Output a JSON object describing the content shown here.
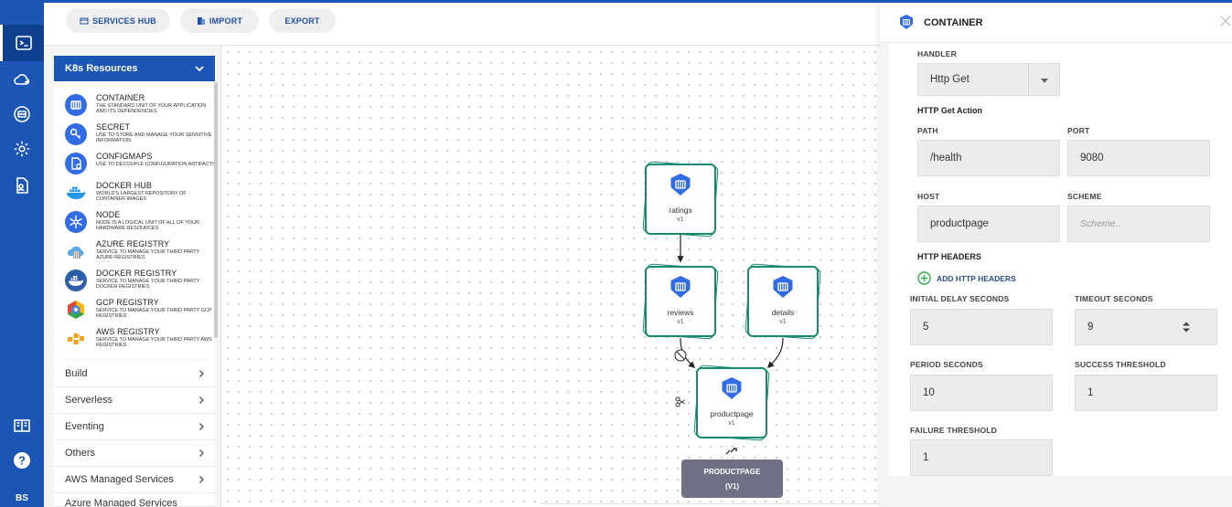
{
  "toolbar": {
    "services_hub": "SERVICES HUB",
    "import": "IMPORT",
    "export": "EXPORT"
  },
  "rail": {
    "icons": [
      "terminal-icon",
      "cloud-icon",
      "registry-icon",
      "settings-icon",
      "document-user-icon",
      "book-icon",
      "help-icon"
    ],
    "avatar": "BS"
  },
  "palette": {
    "header": "K8s Resources",
    "items": [
      {
        "title": "CONTAINER",
        "desc": "THE STANDARD UNIT OF YOUR APPLICATION AND ITS DEPENDENCIES",
        "icon": "container-icon",
        "color": "#326ce5"
      },
      {
        "title": "SECRET",
        "desc": "USE TO STORE AND MANAGE YOUR SENSITIVE INFORMATION",
        "icon": "key-icon",
        "color": "#326ce5"
      },
      {
        "title": "CONFIGMAPS",
        "desc": "USE TO DECOUPLE CONFIGURATION ARTIFACTS",
        "icon": "configmap-icon",
        "color": "#326ce5"
      },
      {
        "title": "DOCKER HUB",
        "desc": "WORLD'S LARGEST REPOSITORY OF CONTAINER IMAGES",
        "icon": "docker-icon",
        "color": "#2496ed"
      },
      {
        "title": "NODE",
        "desc": "NODE IS A LOGICAL UNIT OF ALL OF YOUR HARDWARE RESOURCES",
        "icon": "node-icon",
        "color": "#326ce5"
      },
      {
        "title": "AZURE REGISTRY",
        "desc": "SERVICE TO MANAGE YOUR THIRD PARTY AZURE REGISTRIES",
        "icon": "azure-registry-icon",
        "color": "#0089d6"
      },
      {
        "title": "DOCKER REGISTRY",
        "desc": "SERVICE TO MANAGE YOUR THIRD PARTY DOCKER REGISTRIES",
        "icon": "docker-registry-icon",
        "color": "#2d5ea8"
      },
      {
        "title": "GCP REGISTRY",
        "desc": "SERVICE TO MANAGE YOUR THIRD PARTY GCP REGISTRIES",
        "icon": "gcp-icon",
        "color": "#4285f4"
      },
      {
        "title": "AWS REGISTRY",
        "desc": "SERVICE TO MANAGE YOUR THIRD PARTY AWS REGISTRIES",
        "icon": "aws-registry-icon",
        "color": "#f4a21c"
      }
    ],
    "categories": [
      "Build",
      "Serverless",
      "Eventing",
      "Others",
      "AWS Managed Services",
      "Azure Managed Services"
    ]
  },
  "canvas": {
    "nodes": [
      {
        "name": "ratings",
        "version": "v1"
      },
      {
        "name": "reviews",
        "version": "v1"
      },
      {
        "name": "details",
        "version": "v1"
      },
      {
        "name": "productpage",
        "version": "v1"
      }
    ],
    "service": {
      "line1": "PRODUCTPAGE",
      "line2": "(V1)"
    }
  },
  "panel": {
    "title": "CONTAINER",
    "handler_label": "HANDLER",
    "handler_value": "Http Get",
    "http_get_action": "HTTP Get Action",
    "path_label": "PATH",
    "path_value": "/health",
    "port_label": "PORT",
    "port_value": "9080",
    "host_label": "HOST",
    "host_value": "productpage",
    "scheme_label": "SCHEME",
    "scheme_placeholder": "Scheme..",
    "headers_label": "HTTP HEADERS",
    "add_headers": "ADD HTTP HEADERS",
    "initial_delay_label": "INITIAL DELAY SECONDS",
    "initial_delay_value": "5",
    "timeout_label": "TIMEOUT SECONDS",
    "timeout_value": "9",
    "period_label": "PERIOD SECONDS",
    "period_value": "10",
    "success_label": "SUCCESS THRESHOLD",
    "success_value": "1",
    "failure_label": "FAILURE THRESHOLD",
    "failure_value": "1"
  },
  "colors": {
    "brand": "#1b55b5",
    "node_border": "#188a6f",
    "k8s_blue": "#326ce5",
    "service_box": "#6f7287"
  }
}
